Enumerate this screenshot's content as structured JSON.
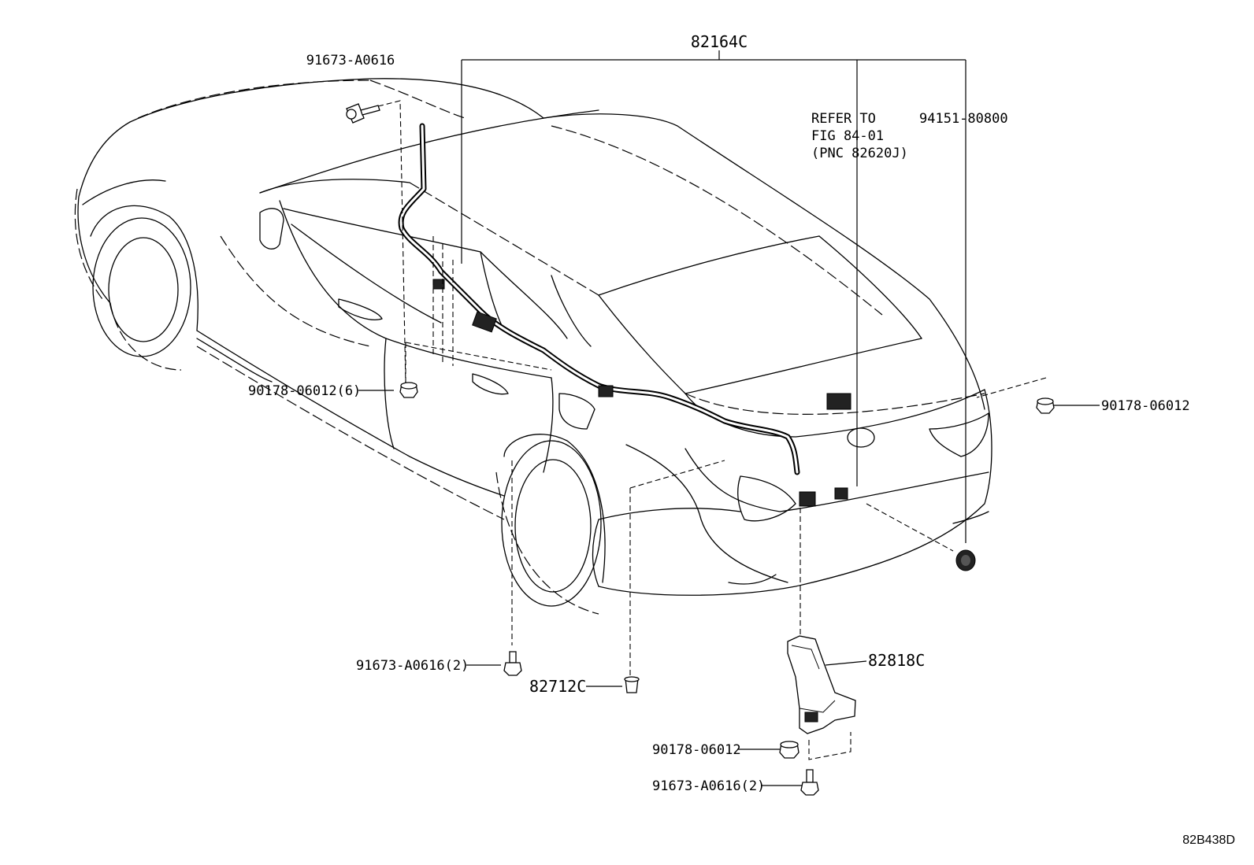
{
  "diagram": {
    "diagram_code": "82B438D",
    "reference_note": [
      "REFER TO",
      "FIG 84-01",
      "(PNC 82620J)"
    ],
    "labels": {
      "harness_main": "82164C",
      "screw_top": "91673-A0616",
      "grommet_plug": "94151-80800",
      "clip_left": "90178-06012(6)",
      "clip_right": "90178-06012",
      "screw_lower_left": "91673-A0616(2)",
      "clamp": "82712C",
      "bracket": "82818C",
      "clip_bottom": "90178-06012",
      "screw_bottom": "91673-A0616(2)"
    }
  }
}
